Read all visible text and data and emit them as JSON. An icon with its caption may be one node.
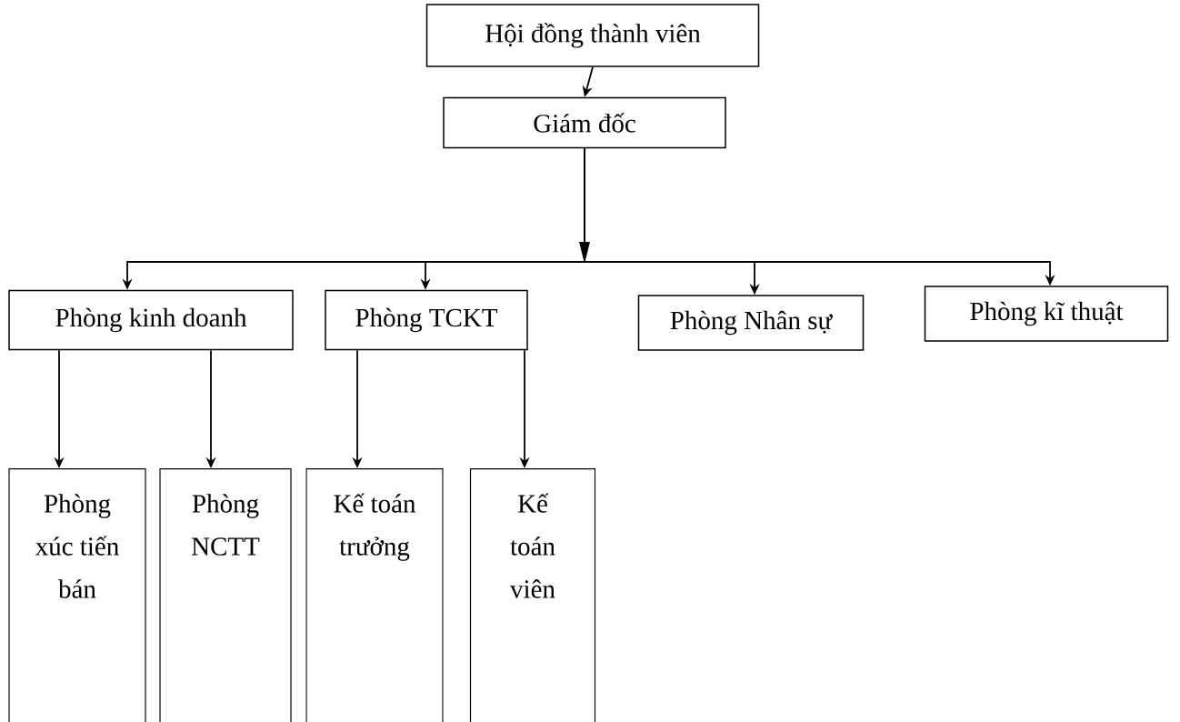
{
  "diagram": {
    "nodes": [
      {
        "text": [
          "Hội đồng thành viên"
        ]
      },
      {
        "text": [
          "Giám đốc"
        ]
      },
      {
        "text": [
          "Phòng kinh doanh"
        ]
      },
      {
        "text": [
          "Phòng TCKT"
        ]
      },
      {
        "text": [
          "Phòng Nhân sự"
        ]
      },
      {
        "text": [
          "Phòng kĩ thuật"
        ]
      },
      {
        "text": [
          "Phòng xúc tiến bán"
        ]
      },
      {
        "text": [
          "Phòng NCTT"
        ]
      },
      {
        "text": [
          "Kế toán trưởng"
        ]
      },
      {
        "text": [
          "Kế toán viên"
        ]
      }
    ],
    "edges": [
      {
        "from": 0,
        "to": 1,
        "arrow": "to"
      },
      {
        "from": 1,
        "to": 2,
        "arrow": "to"
      },
      {
        "from": 1,
        "to": 3,
        "arrow": "to"
      },
      {
        "from": 1,
        "to": 4,
        "arrow": "to"
      },
      {
        "from": 1,
        "to": 5,
        "arrow": "to"
      },
      {
        "from": 2,
        "to": 6,
        "arrow": "to"
      },
      {
        "from": 2,
        "to": 7,
        "arrow": "to"
      },
      {
        "from": 3,
        "to": 8,
        "arrow": "to"
      },
      {
        "from": 3,
        "to": 9,
        "arrow": "to"
      }
    ]
  }
}
